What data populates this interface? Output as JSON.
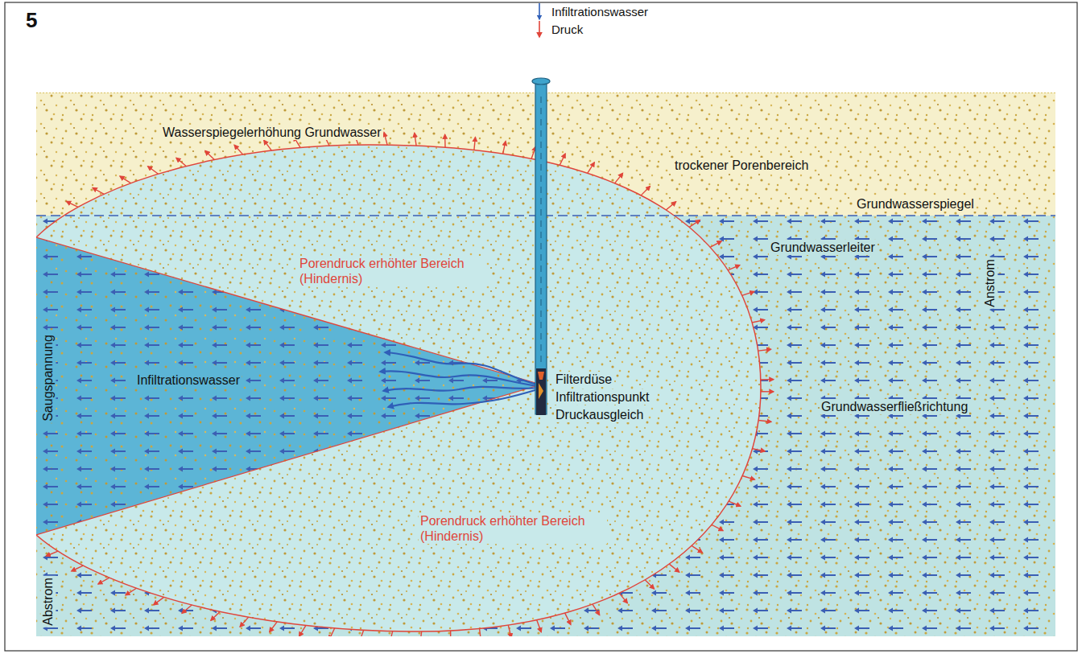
{
  "diagram": {
    "labels": [
      "5",
      "Infiltrationswasser",
      "Druck",
      "Wasserspiegelerhöhung Grundwasser",
      "trockener Porenbereich",
      "Grundwasserspiegel",
      "Grundwasserleiter",
      "Anstrom",
      "Porendruck erhöhter Bereich (Hindernis)",
      "Saugspannung",
      "Infiltrationswasser",
      "Filterdüse",
      "Infiltrationspunkt",
      "Druckausgleich",
      "Grundwasserfließrichtung",
      "Porendruck erhöhter Bereich (Hindernis)",
      "Abstrom"
    ]
  }
}
